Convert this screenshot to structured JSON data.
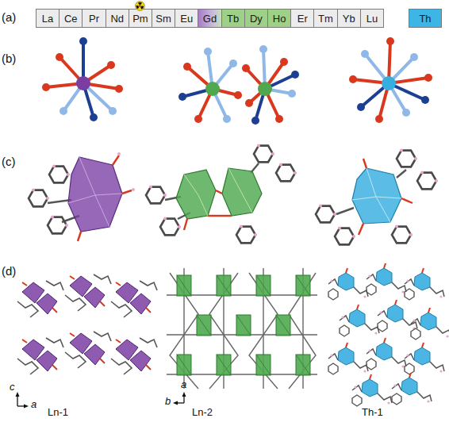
{
  "diagram": {
    "nodes": [
      {
        "text": [
          "La"
        ]
      },
      {
        "text": [
          "Ce"
        ]
      },
      {
        "text": [
          "Pr"
        ]
      },
      {
        "text": [
          "Nd"
        ]
      },
      {
        "text": [
          "Pm"
        ]
      },
      {
        "text": [
          "Sm"
        ]
      },
      {
        "text": [
          "Eu"
        ]
      },
      {
        "text": [
          "Gd"
        ]
      },
      {
        "text": [
          "Tb"
        ]
      },
      {
        "text": [
          "Dy"
        ]
      },
      {
        "text": [
          "Ho"
        ]
      },
      {
        "text": [
          "Er"
        ]
      },
      {
        "text": [
          "Tm"
        ]
      },
      {
        "text": [
          "Yb"
        ]
      },
      {
        "text": [
          "Lu"
        ]
      },
      {
        "text": [
          "Th"
        ]
      }
    ],
    "labels": [
      "(a)",
      "(b)",
      "(c)",
      "(d)",
      "c",
      "a",
      "a",
      "b",
      "Ln-1",
      "Ln-2",
      "Th-1"
    ]
  }
}
